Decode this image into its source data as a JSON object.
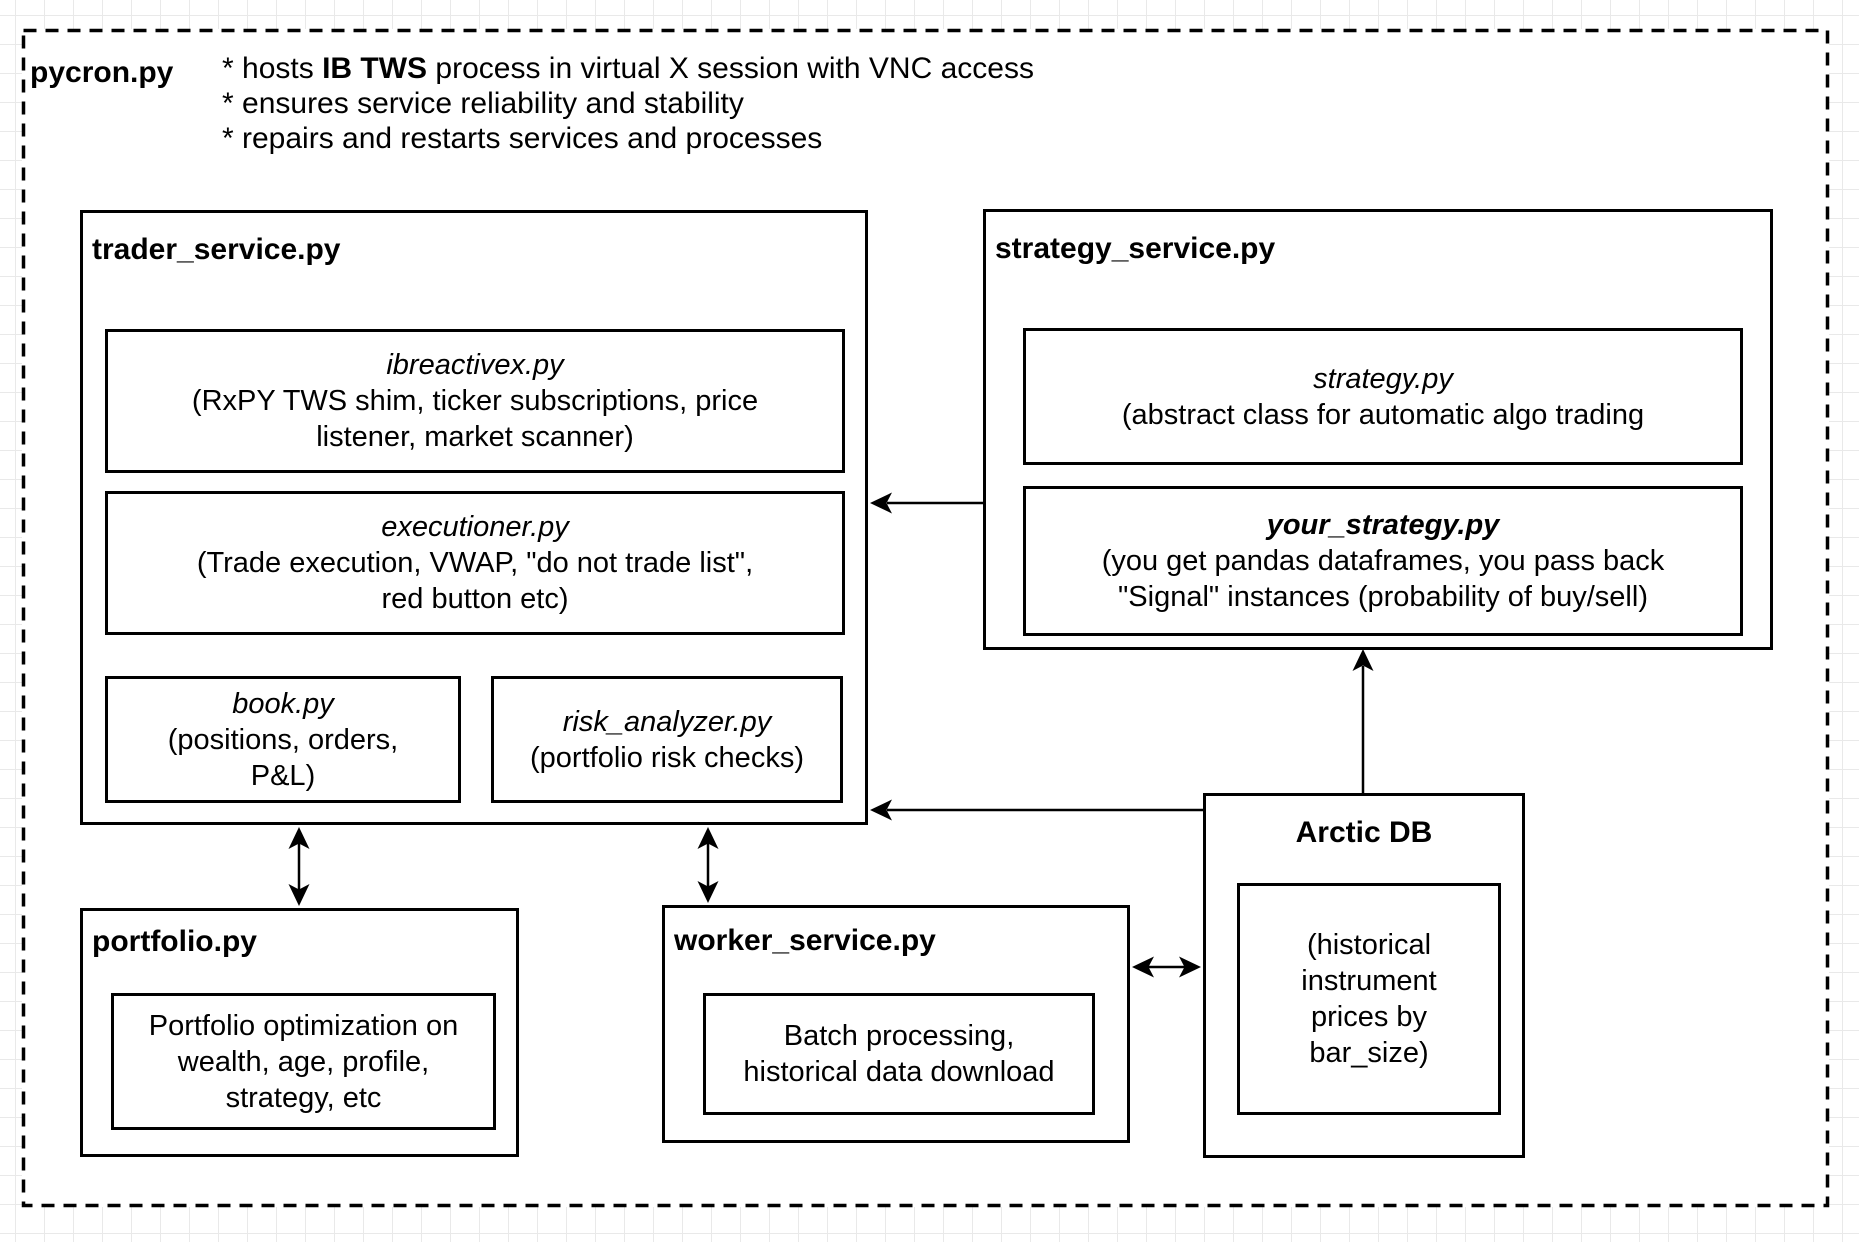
{
  "diagram": {
    "pycron": {
      "label": "pycron.py",
      "bullet1_prefix": "* hosts ",
      "bullet1_bold": "IB TWS",
      "bullet1_suffix": " process in virtual X session with VNC access",
      "bullet2": "* ensures service reliability and stability",
      "bullet3": "* repairs and restarts services and processes"
    },
    "trader": {
      "label": "trader_service.py",
      "ibreactivex": {
        "title": "ibreactivex.py",
        "line1": "(RxPY TWS shim, ticker subscriptions, price",
        "line2": "listener, market scanner)"
      },
      "executioner": {
        "title": "executioner.py",
        "line1": "(Trade execution, VWAP, \"do not trade list\",",
        "line2": "red button etc)"
      },
      "book": {
        "title": "book.py",
        "line1": "(positions, orders,",
        "line2": "P&L)"
      },
      "risk_analyzer": {
        "title": "risk_analyzer.py",
        "line1": "(portfolio risk checks)"
      }
    },
    "strategy_service": {
      "label": "strategy_service.py",
      "strategy": {
        "title": "strategy.py",
        "line1": "(abstract class for automatic algo trading"
      },
      "your_strategy": {
        "title": "your_strategy.py",
        "line1": "(you get pandas dataframes, you pass back",
        "line2": "\"Signal\" instances (probability of buy/sell)"
      }
    },
    "portfolio": {
      "label": "portfolio.py",
      "body": {
        "line1": "Portfolio optimization on",
        "line2": "wealth, age, profile,",
        "line3": "strategy, etc"
      }
    },
    "worker": {
      "label": "worker_service.py",
      "body": {
        "line1": "Batch processing,",
        "line2": "historical data download"
      }
    },
    "arctic": {
      "label": "Arctic DB",
      "body": {
        "line1": "(historical",
        "line2": "instrument",
        "line3": "prices by",
        "line4": "bar_size)"
      }
    },
    "edges": [
      {
        "from": "strategy_service.py",
        "to": "trader_service.py",
        "type": "one-way"
      },
      {
        "from": "Arctic DB",
        "to": "strategy_service.py",
        "type": "one-way"
      },
      {
        "from": "Arctic DB",
        "to": "trader_service.py",
        "type": "one-way"
      },
      {
        "from": "trader_service.py",
        "to": "portfolio.py",
        "type": "two-way"
      },
      {
        "from": "trader_service.py",
        "to": "worker_service.py",
        "type": "two-way"
      },
      {
        "from": "worker_service.py",
        "to": "Arctic DB",
        "type": "two-way"
      }
    ]
  },
  "colors": {
    "stroke": "#000000",
    "background": "#ffffff",
    "grid": "#e9e9e9"
  }
}
